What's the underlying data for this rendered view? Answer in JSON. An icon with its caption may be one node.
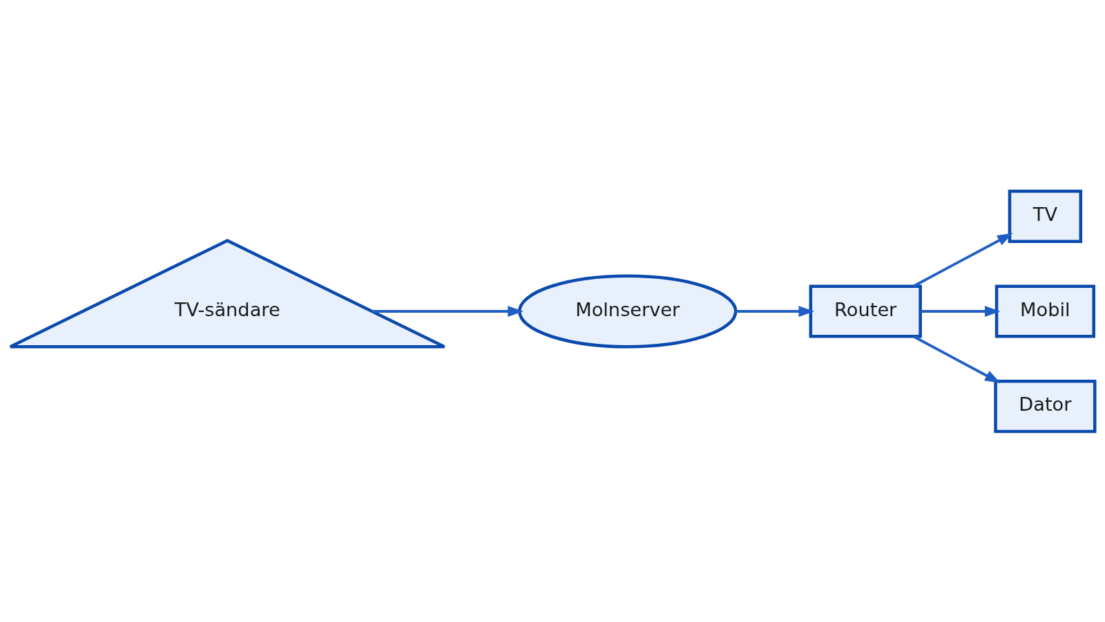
{
  "diagram": {
    "nodes": [
      {
        "text": [
          "TV-sändare"
        ]
      },
      {
        "text": [
          "Molnserver"
        ]
      },
      {
        "text": [
          "Router"
        ]
      },
      {
        "text": [
          "TV"
        ]
      },
      {
        "text": [
          "Mobil"
        ]
      },
      {
        "text": [
          "Dator"
        ]
      }
    ],
    "edges": [
      {
        "from": 0,
        "to": 1,
        "arrow": "to"
      },
      {
        "from": 1,
        "to": 2,
        "arrow": "to"
      },
      {
        "from": 2,
        "to": 3,
        "arrow": "to"
      },
      {
        "from": 2,
        "to": 4,
        "arrow": "to"
      },
      {
        "from": 2,
        "to": 5,
        "arrow": "to"
      }
    ]
  }
}
